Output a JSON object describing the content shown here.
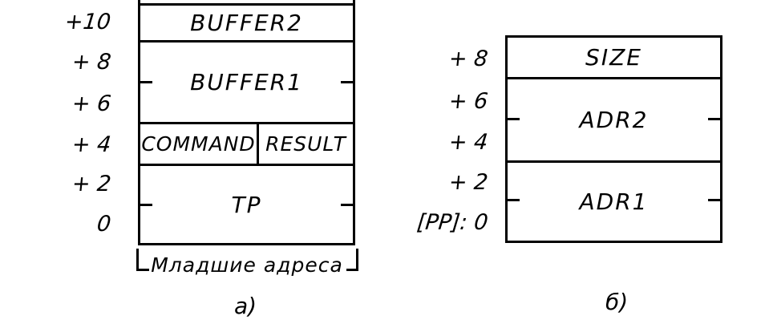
{
  "diagram_a": {
    "offsets": [
      "+10",
      "+ 8",
      "+ 6",
      "+ 4",
      "+ 2",
      "0"
    ],
    "cells": {
      "buffer2": "BUFFER2",
      "buffer1": "BUFFER1",
      "command": "COMMAND",
      "result": "RESULT",
      "tp": "TP"
    },
    "bottom_label": "Младшие адреса",
    "caption": "а)"
  },
  "diagram_b": {
    "offsets": [
      "+ 8",
      "+ 6",
      "+ 4",
      "+ 2",
      "[PP]: 0"
    ],
    "cells": {
      "size": "SIZE",
      "adr2": "ADR2",
      "adr1": "ADR1"
    },
    "caption": "б)"
  }
}
